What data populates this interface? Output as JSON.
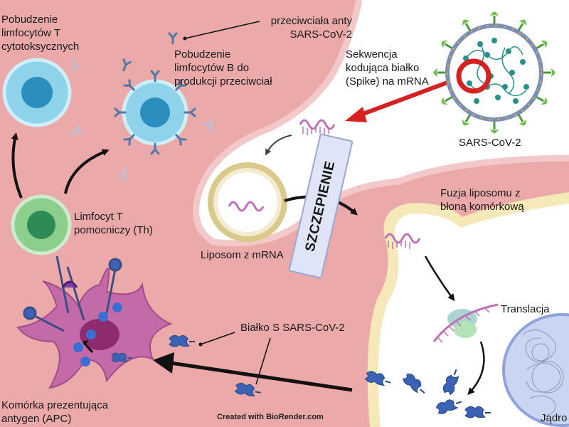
{
  "labels": {
    "cytotoxic": [
      "Pobudzenie",
      "limfocytów T",
      "cytotoksycznych"
    ],
    "antibodies": [
      "przeciwciała anty",
      "SARS-CoV-2"
    ],
    "b_cells": [
      "Pobudzenie",
      "limfocytów B do",
      "produkcji przeciwciał"
    ],
    "spike_seq": [
      "Sekwencja",
      "kodująca białko",
      "(Spike) na mRNA"
    ],
    "virus": "SARS-CoV-2",
    "helper_t": [
      "Limfocyt T",
      "pomocniczy (Th)"
    ],
    "liposome": "Liposom z mRNA",
    "vaccination": "SZCZEPIENIE",
    "fusion": [
      "Fuzja liposomu z",
      "błoną komórkową"
    ],
    "translation": "Translacja",
    "s_protein": "Białko S SARS-CoV-2",
    "apc": [
      "Komórka prezentująca",
      "antygen (APC)"
    ],
    "nucleus": "Jądro",
    "credit": "Created with BioRender.com"
  },
  "colors": {
    "background": "#eba9a9",
    "white_region": "#ffffff",
    "membrane": "#f6cccc",
    "t_cytotoxic": "#8fd3ea",
    "t_helper": "#8ccf8c",
    "apc": "#c56aa8",
    "virus_spike": "#6fbf4c",
    "arrow_red": "#d42222",
    "protein": "#3b62b4",
    "mrna": "#c070b8"
  }
}
